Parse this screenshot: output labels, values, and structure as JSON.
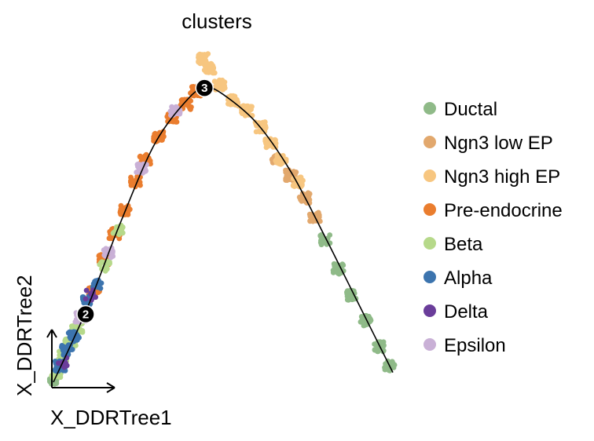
{
  "chart_data": {
    "type": "scatter",
    "title": "clusters",
    "xlabel": "X_DDRTree1",
    "ylabel": "X_DDRTree2",
    "xlim": [
      0,
      100
    ],
    "ylim": [
      0,
      100
    ],
    "grid": false,
    "legend_position": "right",
    "axes_style": "arrow-corner",
    "trajectory": {
      "color": "#000000",
      "points": [
        [
          0,
          0
        ],
        [
          10,
          23
        ],
        [
          20,
          50
        ],
        [
          30,
          74
        ],
        [
          40,
          88
        ],
        [
          45,
          91
        ],
        [
          50,
          89
        ],
        [
          60,
          80
        ],
        [
          70,
          65
        ],
        [
          80,
          45
        ],
        [
          90,
          24
        ],
        [
          100,
          3
        ]
      ]
    },
    "branch_nodes": [
      {
        "label": "2",
        "x": 9.5,
        "y": 21
      },
      {
        "label": "3",
        "x": 44.5,
        "y": 91
      }
    ],
    "series": [
      {
        "name": "Ductal",
        "color": "#8fba88",
        "segments": [
          [
            80,
            44,
            3
          ],
          [
            84,
            35,
            3
          ],
          [
            88,
            27,
            3
          ],
          [
            92,
            19,
            3
          ],
          [
            96,
            11,
            3
          ],
          [
            99,
            5,
            3
          ],
          [
            0.5,
            1,
            2
          ]
        ]
      },
      {
        "name": "Ngn3 low EP",
        "color": "#e2a86d",
        "segments": [
          [
            66,
            69,
            3
          ],
          [
            70,
            64,
            3
          ],
          [
            74,
            57,
            3
          ],
          [
            77,
            51,
            3
          ]
        ]
      },
      {
        "name": "Ngn3 high EP",
        "color": "#f7c680",
        "segments": [
          [
            44,
            100,
            3
          ],
          [
            46,
            97,
            3
          ],
          [
            49,
            92,
            3
          ],
          [
            53,
            87,
            3
          ],
          [
            57,
            84,
            3
          ],
          [
            61,
            79,
            3
          ],
          [
            64,
            74,
            3
          ],
          [
            67,
            69,
            3
          ],
          [
            72,
            62,
            3
          ]
        ]
      },
      {
        "name": "Pre-endocrine",
        "color": "#ea7d2e",
        "segments": [
          [
            12,
            28,
            3
          ],
          [
            15,
            38,
            3
          ],
          [
            18,
            46,
            3
          ],
          [
            21,
            53,
            3
          ],
          [
            24,
            62,
            3
          ],
          [
            27,
            69,
            3
          ],
          [
            31,
            76,
            3
          ],
          [
            35,
            82,
            3
          ],
          [
            39,
            86,
            3
          ],
          [
            42,
            90,
            3
          ]
        ]
      },
      {
        "name": "Beta",
        "color": "#b6d98a",
        "segments": [
          [
            1,
            3,
            3
          ],
          [
            3,
            8,
            3
          ],
          [
            5,
            12,
            3
          ],
          [
            7,
            17,
            2
          ],
          [
            15,
            36,
            2
          ],
          [
            19,
            47,
            2
          ]
        ]
      },
      {
        "name": "Alpha",
        "color": "#3c74ae",
        "segments": [
          [
            2,
            5,
            3
          ],
          [
            4,
            10,
            3
          ],
          [
            6,
            14,
            3
          ],
          [
            10,
            25,
            2
          ],
          [
            13,
            30,
            2
          ]
        ]
      },
      {
        "name": "Delta",
        "color": "#6a3d9a",
        "segments": [
          [
            2.5,
            6,
            1
          ],
          [
            11,
            27,
            1
          ]
        ]
      },
      {
        "name": "Epsilon",
        "color": "#c9b0d6",
        "segments": [
          [
            8,
            20,
            2
          ],
          [
            16,
            40,
            2
          ],
          [
            26,
            66,
            2
          ],
          [
            36,
            84,
            2
          ]
        ]
      }
    ]
  }
}
